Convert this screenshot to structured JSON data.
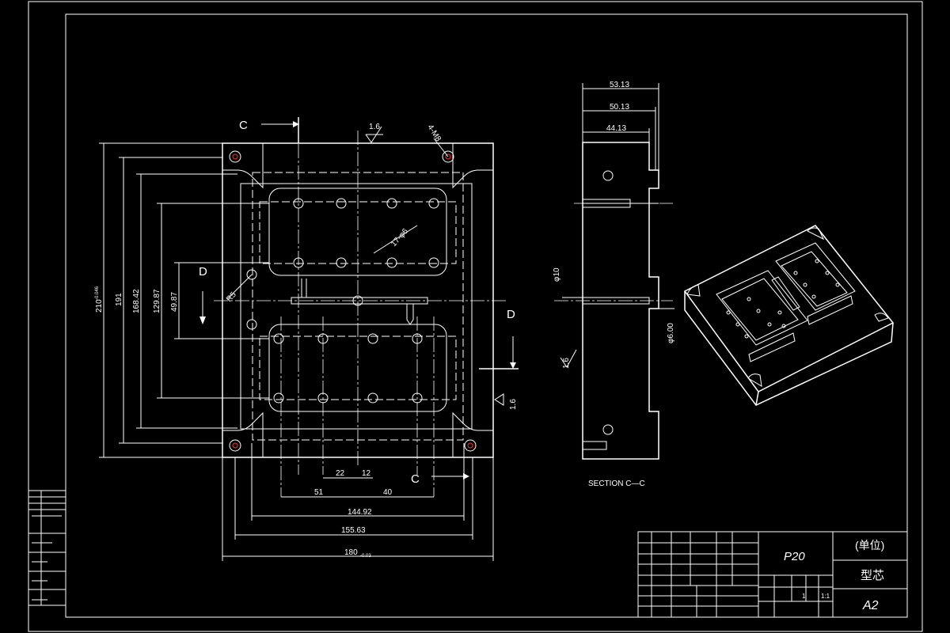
{
  "drawing": {
    "plan_dims": {
      "overall_height": "210",
      "overall_height_tol": "-0.046",
      "h191": "191",
      "h168": "168.42",
      "h129": "129.87",
      "h49": "49.87",
      "w22": "22",
      "w12": "12",
      "w51": "51",
      "w40": "40",
      "w144": "144.92",
      "w155": "155.63",
      "overall_width": "180",
      "overall_width_tol": "-0.03",
      "holes_4": "4-M8",
      "holes_17": "17-φ6",
      "radius": "R5",
      "roughness_top": "1.6",
      "roughness_right": "1.6"
    },
    "section_labels": {
      "c_top": "C",
      "c_bottom": "C",
      "d_left": "D",
      "d_right": "D"
    },
    "section_dims": {
      "w53": "53.13",
      "w50": "50.13",
      "w44": "44.13",
      "dia10": "φ10",
      "dia6": "φ6.00",
      "roughness": "1.6",
      "caption": "SECTION C—C"
    }
  },
  "title_block": {
    "material": "P20",
    "unit": "(单位)",
    "part_name": "型芯",
    "sheet_size": "A2",
    "scale": "1",
    "ratio": "1:1"
  }
}
